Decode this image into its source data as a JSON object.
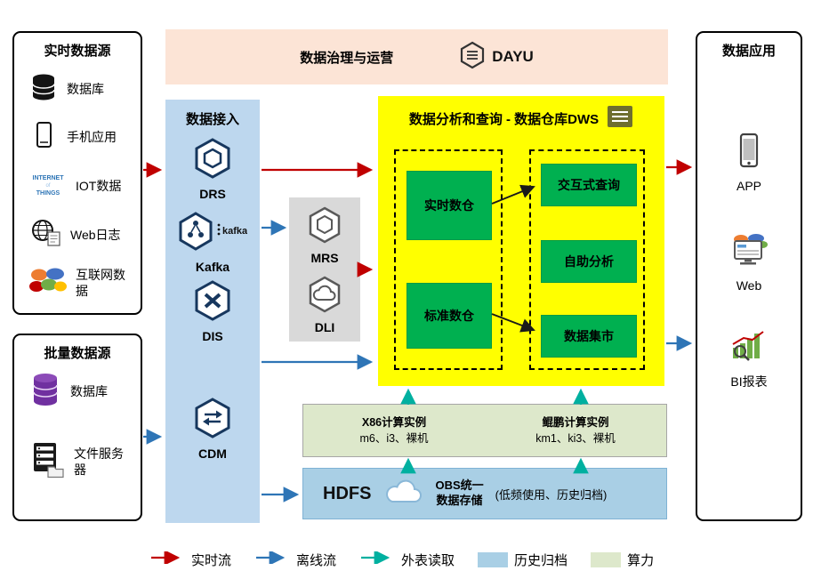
{
  "realtime_sources": {
    "title": "实时数据源",
    "items": [
      {
        "label": "数据库"
      },
      {
        "label": "手机应用"
      },
      {
        "label": "IOT数据"
      },
      {
        "label": "Web日志"
      },
      {
        "label": "互联网数据"
      }
    ]
  },
  "batch_sources": {
    "title": "批量数据源",
    "items": [
      {
        "label": "数据库"
      },
      {
        "label": "文件服务器"
      }
    ]
  },
  "governance": {
    "title": "数据治理与运营",
    "logo": "DAYU"
  },
  "ingestion": {
    "title": "数据接入",
    "items": [
      {
        "label": "DRS"
      },
      {
        "label": "Kafka"
      },
      {
        "label": "DIS"
      },
      {
        "label": "CDM"
      }
    ],
    "kafka_wordmark": "kafka"
  },
  "processing": {
    "items": [
      {
        "label": "MRS"
      },
      {
        "label": "DLI"
      }
    ]
  },
  "dws": {
    "title": "数据分析和查询 - 数据仓库DWS",
    "warehouses": [
      "实时数仓",
      "标准数仓"
    ],
    "services": [
      "交互式查询",
      "自助分析",
      "数据集市"
    ]
  },
  "compute": {
    "x86_title": "X86计算实例",
    "x86_models": "m6、i3、裸机",
    "kunpeng_title": "鲲鹏计算实例",
    "kunpeng_models": "km1、ki3、裸机"
  },
  "storage": {
    "hdfs": "HDFS",
    "obs_line1": "OBS统一",
    "obs_line2": "数据存储",
    "note": "(低频使用、历史归档)"
  },
  "applications": {
    "title": "数据应用",
    "items": [
      {
        "label": "APP"
      },
      {
        "label": "Web"
      },
      {
        "label": "BI报表"
      }
    ]
  },
  "iot_words": [
    "INTERNET",
    "of",
    "THINGS"
  ],
  "legend": {
    "items": [
      {
        "label": "实时流"
      },
      {
        "label": "离线流"
      },
      {
        "label": "外表读取"
      },
      {
        "label": "历史归档"
      },
      {
        "label": "算力"
      }
    ]
  },
  "colors": {
    "realtime_flow": "#c00000",
    "offline_flow": "#2e75b6",
    "external_read": "#00b0a0",
    "archive": "#a9cfe5",
    "compute_power": "#dde8cb",
    "dws_bg": "#ffff00",
    "green_box": "#00b050"
  }
}
